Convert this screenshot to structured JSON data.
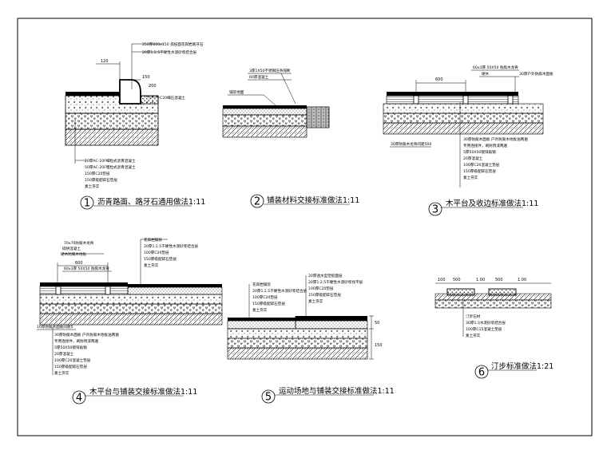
{
  "details": [
    {
      "number": "1",
      "title": "沥青路面、路牙石通用做法1:11",
      "notes_top": [
        "250厚600x150 荔枝面花岗岩路牙石",
        "20厚1:2.5干硬性水泥砂浆结合层"
      ],
      "dims": [
        "120",
        "150",
        "200"
      ],
      "callouts": [
        "C20细石混凝土"
      ],
      "notes_bottom": [
        "20厚AC-10F细粒式沥青混凝土",
        "50厚AC-20F粗粒式沥青混凝土",
        "150厚C20垫层",
        "150厚级配碎石垫层",
        "素土夯实"
      ]
    },
    {
      "number": "2",
      "title": "铺装材料交接标准做法1:11",
      "notes_top": [
        "3厚1X50不锈钢压条隔断",
        "60厚混凝土"
      ],
      "callouts": [
        "铺装地面"
      ],
      "notes_bottom": []
    },
    {
      "number": "3",
      "title": "木平台及收边标准做法1:11",
      "notes_top": [
        "60x3厚 50X50 防腐木龙骨",
        "硬木",
        "30厚户外防腐木面板"
      ],
      "dims": [
        "600"
      ],
      "callouts": [
        "30厚防腐木龙骨间距500"
      ],
      "notes_bottom": [
        "30厚防腐木面板 户外防腐木地板油两遍",
        "专用连接件，刷防锈漆两遍",
        "5厚50X50镀锌角钢",
        "20厚混凝土",
        "100厚C20混凝土垫层",
        "150厚级配碎石垫层",
        "素土夯实"
      ]
    },
    {
      "number": "4",
      "title": "木平台与铺装交接标准做法1:11",
      "notes_top": [
        "70x70防腐木龙骨",
        "碎拼混凝土",
        "硬木防腐木地板",
        "60x3厚 50X50 防腐木龙骨"
      ],
      "dims": [
        "600"
      ],
      "callouts": [
        "10厚防腐木面板间距5"
      ],
      "notes_right": [
        "花岗岩铺装",
        "20厚1:2.5干硬性水泥砂浆结合层",
        "100厚C20垫层",
        "150厚级配碎石垫层",
        "素土夯实"
      ],
      "notes_bottom": [
        "30厚防腐木面板 户外防腐木地板油两遍",
        "专用连接件，刷防锈漆两遍",
        "5厚50X50镀锌角钢",
        "20厚混凝土",
        "100厚C20混凝土垫层",
        "150厚级配碎石垫层",
        "素土夯实"
      ]
    },
    {
      "number": "5",
      "title": "运动场地与铺装交接标准做法1:11",
      "notes_left": [
        "花岗岩铺装",
        "20厚1:2.5干硬性水泥砂浆结合层",
        "100厚C20垫层",
        "150厚级配碎石垫层",
        "素土夯实"
      ],
      "notes_right": [
        "20厚透水型塑胶面层",
        "20厚1:2.5干硬性水泥砂浆找平层",
        "100厚C20垫层",
        "150厚级配碎石垫层",
        "素土夯实"
      ],
      "dims": [
        "50",
        "150"
      ]
    },
    {
      "number": "6",
      "title": "汀步标准做法1:21",
      "dims": [
        "100",
        "500",
        "1.00",
        "500",
        "1.00"
      ],
      "notes_bottom": [
        "汀步石材",
        "30厚1:3水泥砂浆结合层",
        "100厚C15混凝土垫层",
        "素土夯实"
      ]
    }
  ]
}
